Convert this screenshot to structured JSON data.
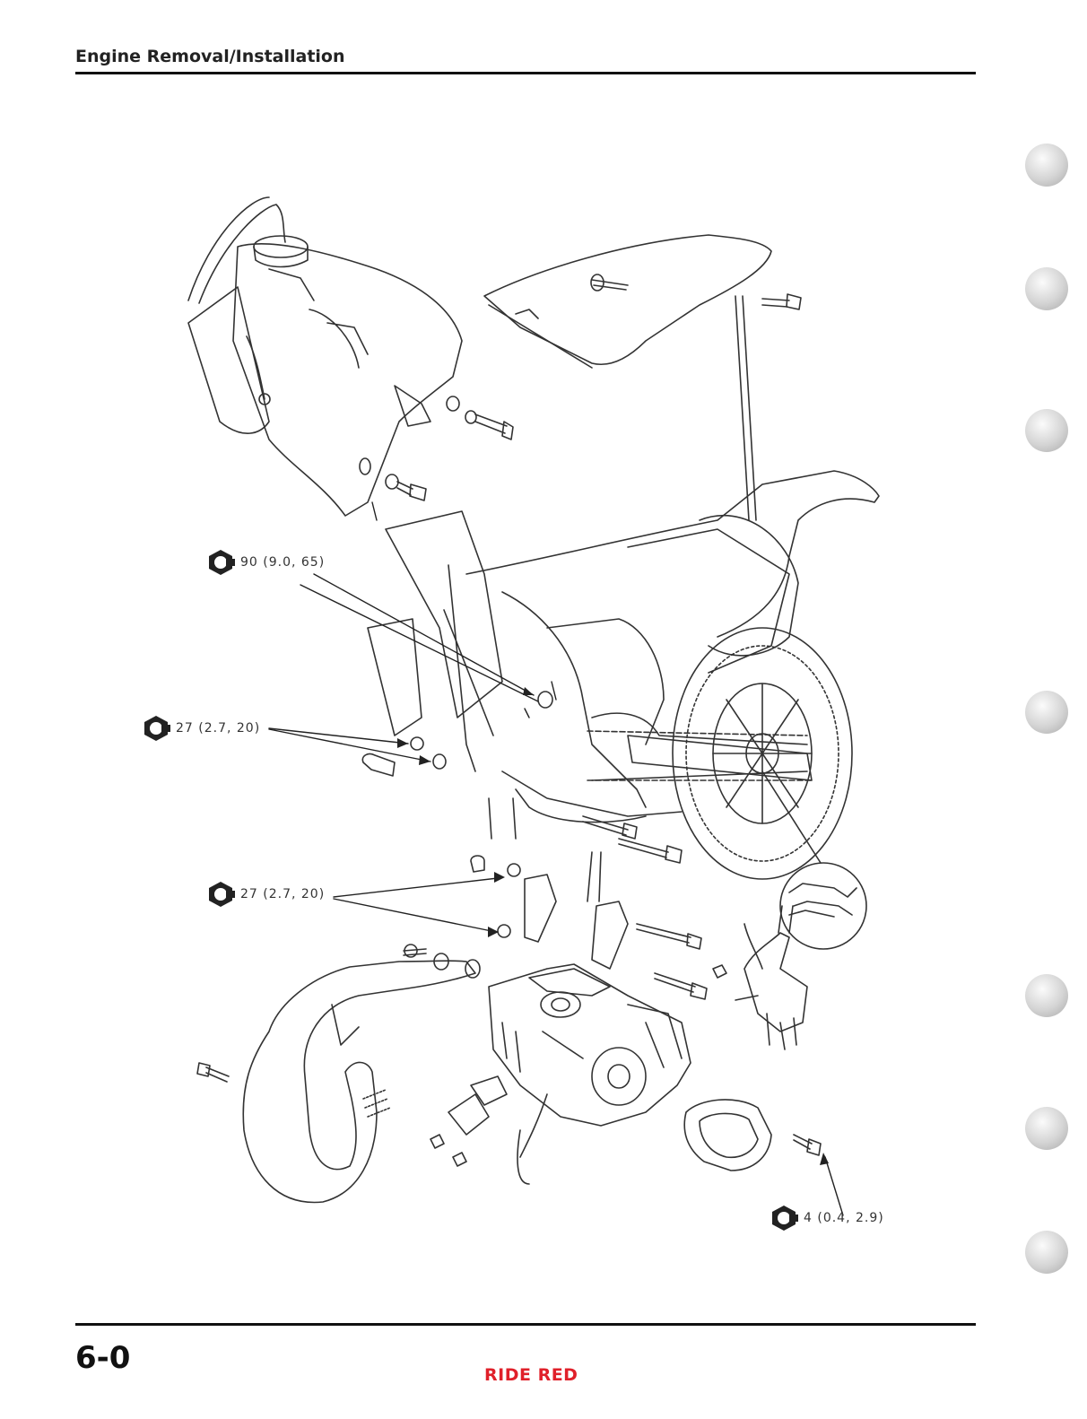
{
  "header": {
    "title": "Engine Removal/Installation"
  },
  "footer": {
    "page_number": "6-0",
    "brand": "RIDE RED"
  },
  "torque_callouts": [
    {
      "text": "90 (9.0, 65)"
    },
    {
      "text": "27 (2.7, 20)"
    },
    {
      "text": "27 (2.7, 20)"
    },
    {
      "text": "4 (0.4, 2.9)"
    }
  ],
  "icons": {
    "torque": "torque-wrench-icon",
    "tab": "section-tab-icon"
  },
  "colors": {
    "brand_red": "#e0202a",
    "line": "#333333",
    "rule": "#111111"
  }
}
